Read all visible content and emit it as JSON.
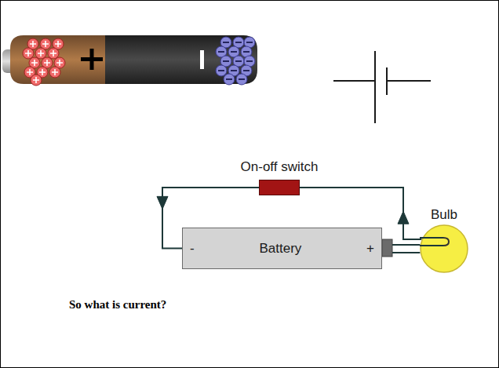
{
  "diagram": {
    "caption": "So what is current?",
    "nodes": [
      {
        "text": [
          "On-off switch"
        ]
      },
      {
        "text": [
          "-",
          "Battery",
          "+"
        ]
      },
      {
        "text": [
          "Bulb"
        ]
      }
    ],
    "edges": [
      {
        "from": 0,
        "to": 1,
        "arrow": "to"
      },
      {
        "from": 2,
        "to": 0,
        "arrow": "to"
      },
      {
        "from": 1,
        "to": 2,
        "arrow": "none"
      }
    ]
  }
}
